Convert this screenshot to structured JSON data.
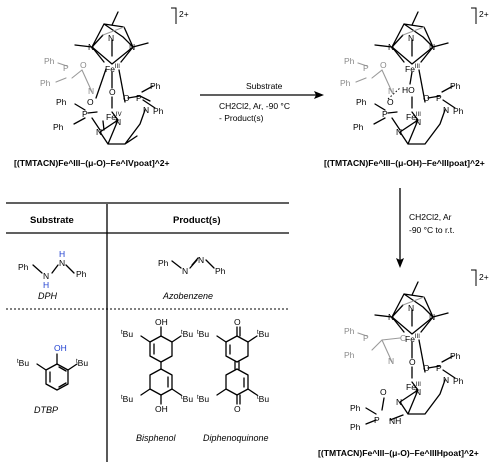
{
  "complex1": {
    "caption": "[(TMTACN)Fe^III–(μ-O)–Fe^IVpoat]^2+",
    "charge": "2+"
  },
  "complex2": {
    "caption": "[(TMTACN)Fe^III–(μ-OH)–Fe^IIIpoat]^2+",
    "charge": "2+"
  },
  "complex3": {
    "caption": "[(TMTACN)Fe^III–(μ-O)–Fe^IIIHpoat]^2+",
    "charge": "2+"
  },
  "arrow1": {
    "label_top": "Substrate",
    "label_mid": "CH2Cl2, Ar, -90 °C",
    "label_bot": "- Product(s)"
  },
  "arrow2": {
    "label_top": "CH2Cl2, Ar",
    "label_bot": "-90 °C to r.t."
  },
  "table": {
    "col_substrate": "Substrate",
    "col_products": "Product(s)",
    "rows": [
      {
        "substrate": "DPH",
        "products": [
          "Azobenzene"
        ]
      },
      {
        "substrate": "DTBP",
        "products": [
          "Bisphenol",
          "Diphenoquinone"
        ]
      }
    ]
  },
  "atoms": {
    "fe": "Fe",
    "fe3": "III",
    "fe4": "IV",
    "o": "O",
    "p": "P",
    "n": "N",
    "ph": "Ph",
    "ho": "HO",
    "nh": "NH",
    "h": "H",
    "oh": "OH",
    "tbu": "tBu",
    "t": "t",
    "bu": "Bu"
  }
}
